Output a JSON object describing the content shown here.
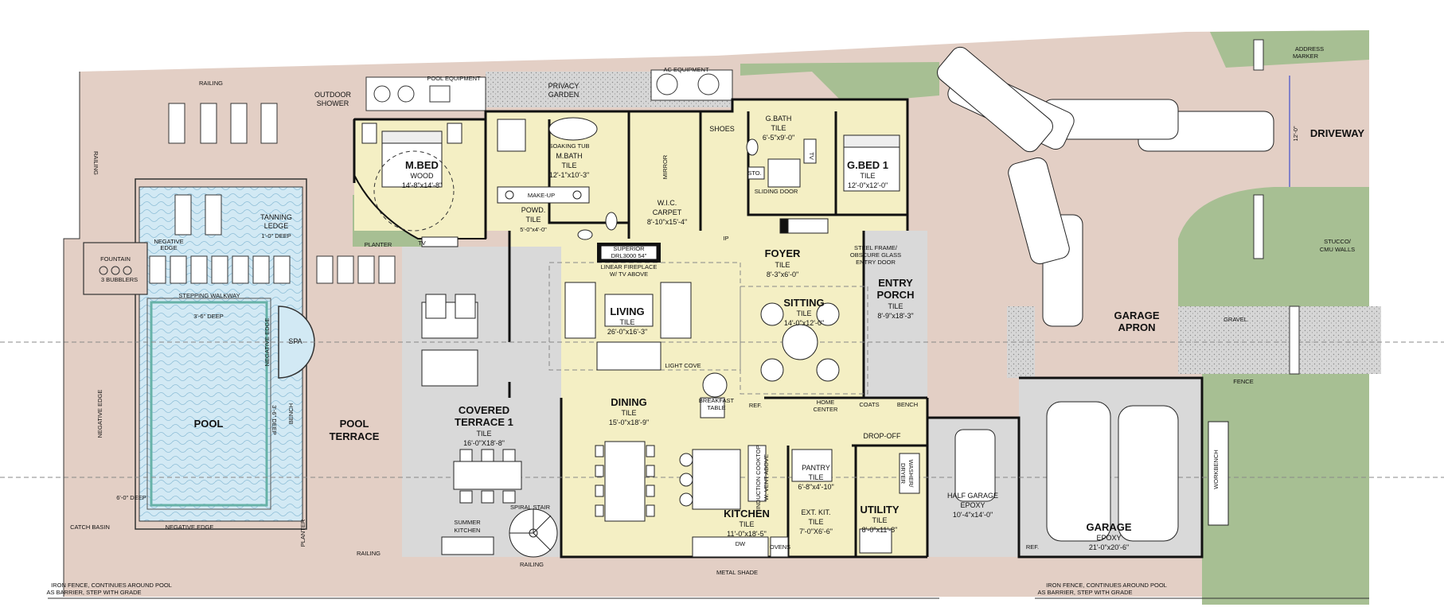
{
  "rooms": {
    "mbed": {
      "name": "M.BED",
      "finish": "WOOD",
      "size": "14'-8\"x14'-8\""
    },
    "mbath": {
      "name": "M.BATH",
      "finish": "TILE",
      "size": "12'-1\"x10'-3\""
    },
    "powd": {
      "name": "POWD.",
      "finish": "TILE",
      "size": "5'-0\"x4'-0\""
    },
    "wic": {
      "name": "W.I.C.",
      "finish": "CARPET",
      "size": "8'-10\"x15'-4\""
    },
    "gbath": {
      "name": "G.BATH",
      "finish": "TILE",
      "size": "6'-5\"x9'-0\""
    },
    "gbed": {
      "name": "G.BED 1",
      "finish": "TILE",
      "size": "12'-0\"x12'-0\""
    },
    "foyer": {
      "name": "FOYER",
      "finish": "TILE",
      "size": "8'-3\"x6'-0\""
    },
    "sitting": {
      "name": "SITTING",
      "finish": "TILE",
      "size": "14'-0\"x12'-0\""
    },
    "entry": {
      "name1": "ENTRY",
      "name2": "PORCH",
      "finish": "TILE",
      "size": "8'-9\"x18'-3\""
    },
    "living": {
      "name": "LIVING",
      "finish": "TILE",
      "size": "26'-0\"x16'-3\""
    },
    "dining": {
      "name": "DINING",
      "finish": "TILE",
      "size": "15'-0\"x18'-9\""
    },
    "kitchen": {
      "name": "KITCHEN",
      "finish": "TILE",
      "size": "11'-0\"x18'-5\""
    },
    "pantry": {
      "name": "PANTRY",
      "finish": "TILE",
      "size": "6'-8\"x4'-10\""
    },
    "extkit": {
      "name": "EXT. KIT.",
      "finish": "TILE",
      "size": "7'-0\"X6'-6\""
    },
    "utility": {
      "name": "UTILITY",
      "finish": "TILE",
      "size": "8'-0\"x11'-8\""
    },
    "covered": {
      "name1": "COVERED",
      "name2": "TERRACE 1",
      "finish": "TILE",
      "size": "16'-0\"X18'-8\""
    },
    "pool": {
      "name": "POOL"
    },
    "poolterrace": {
      "name1": "POOL",
      "name2": "TERRACE"
    },
    "halfgarage": {
      "name": "HALF GARAGE",
      "finish": "EPOXY",
      "size": "10'-4\"x14'-0\""
    },
    "garage": {
      "name": "GARAGE",
      "finish": "EPOXY",
      "size": "21'-0\"x20'-6\""
    },
    "apron": {
      "name1": "GARAGE",
      "name2": "APRON"
    },
    "driveway": {
      "name": "DRIVEWAY"
    }
  },
  "labels": {
    "railing_top": "RAILING",
    "railing_left": "RAILING",
    "railing_bottom": "RAILING",
    "railing_spiral": "RAILING",
    "outdoor_shower_1": "OUTDOOR",
    "outdoor_shower_2": "SHOWER",
    "pool_equipment": "POOL EQUIPMENT",
    "privacy_garden_1": "PRIVACY",
    "privacy_garden_2": "GARDEN",
    "ac_equipment": "AC EQUIPMENT",
    "soaking_tub": "SOAKING TUB",
    "makeup": "MAKE-UP",
    "shoes": "SHOES",
    "mirror": "MIRROR",
    "sto": "STO.",
    "tv_gbed": "TV",
    "tv_mbed": "TV",
    "sliding_door": "SLIDING DOOR",
    "planter_left": "PLANTER",
    "planter_bottom": "PLANTER",
    "fireplace_1": "SUPERIOR",
    "fireplace_2": "DRL3000 54\"",
    "fireplace_3": "LINEAR FIREPLACE",
    "fireplace_4": "W/ TV ABOVE",
    "ip": "IP",
    "steel_frame_1": "STEEL FRAME/",
    "steel_frame_2": "OBSCURE GLASS",
    "steel_frame_3": "ENTRY DOOR",
    "tanning_1": "TANNING",
    "tanning_2": "LEDGE",
    "tanning_3": "1'-0\" DEEP",
    "fountain_1": "FOUNTAIN",
    "fountain_2": "3 BUBBLERS",
    "negative_edge_top_1": "NEGATIVE",
    "negative_edge_top_2": "EDGE",
    "stepping_walkway": "STEPPING WALKWAY",
    "deep_3": "3'-6\" DEEP",
    "deep_3b": "3'-6\" DEEP",
    "deep_6": "6'-0\" DEEP",
    "negative_edge_left": "NEGATIVE EDGE",
    "negative_edge_right": "NEGATIVE EDGE",
    "negative_edge_bottom": "NEGATIVE EDGE",
    "spa": "SPA",
    "bench_pool": "BENCH",
    "catch_basin": "CATCH BASIN",
    "summer_kitchen_1": "SUMMER",
    "summer_kitchen_2": "KITCHEN",
    "spiral_stair": "SPIRAL STAIR",
    "light_cove": "LIGHT COVE",
    "breakfast_1": "BREAKFAST",
    "breakfast_2": "TABLE",
    "ref_kitchen": "REF.",
    "home_center_1": "HOME",
    "home_center_2": "CENTER",
    "coats": "COATS",
    "bench_entry": "BENCH",
    "drop_off": "DROP-OFF",
    "induction_1": "INDUCTION COOKTOP",
    "induction_2": "W. VENT ABOVE",
    "washer_1": "WASHER/",
    "washer_2": "DRYER",
    "dw": "DW",
    "ovens": "OVENS",
    "metal_shade": "METAL SHADE",
    "ref_garage": "REF.",
    "workbench": "WORKBENCH",
    "fence": "FENCE",
    "gravel": "GRAVEL",
    "address_1": "ADDRESS",
    "address_2": "MARKER",
    "stucco_1": "STUCCO/",
    "stucco_2": "CMU WALLS",
    "dimension_12": "12'-0\"",
    "iron_left_1": "IRON FENCE, CONTINUES AROUND POOL",
    "iron_left_2": "AS BARRIER, STEP WITH GRADE",
    "iron_right_1": "IRON FENCE, CONTINUES AROUND POOL",
    "iron_right_2": "AS BARRIER, STEP WITH GRADE"
  },
  "colors": {
    "interior": "#f4efc4",
    "terrace": "#d9d9d9",
    "site": "#e3cfc5",
    "lawn": "#a7bf93",
    "pool": "#cde6f3",
    "gravel": "#cfcfcf"
  }
}
